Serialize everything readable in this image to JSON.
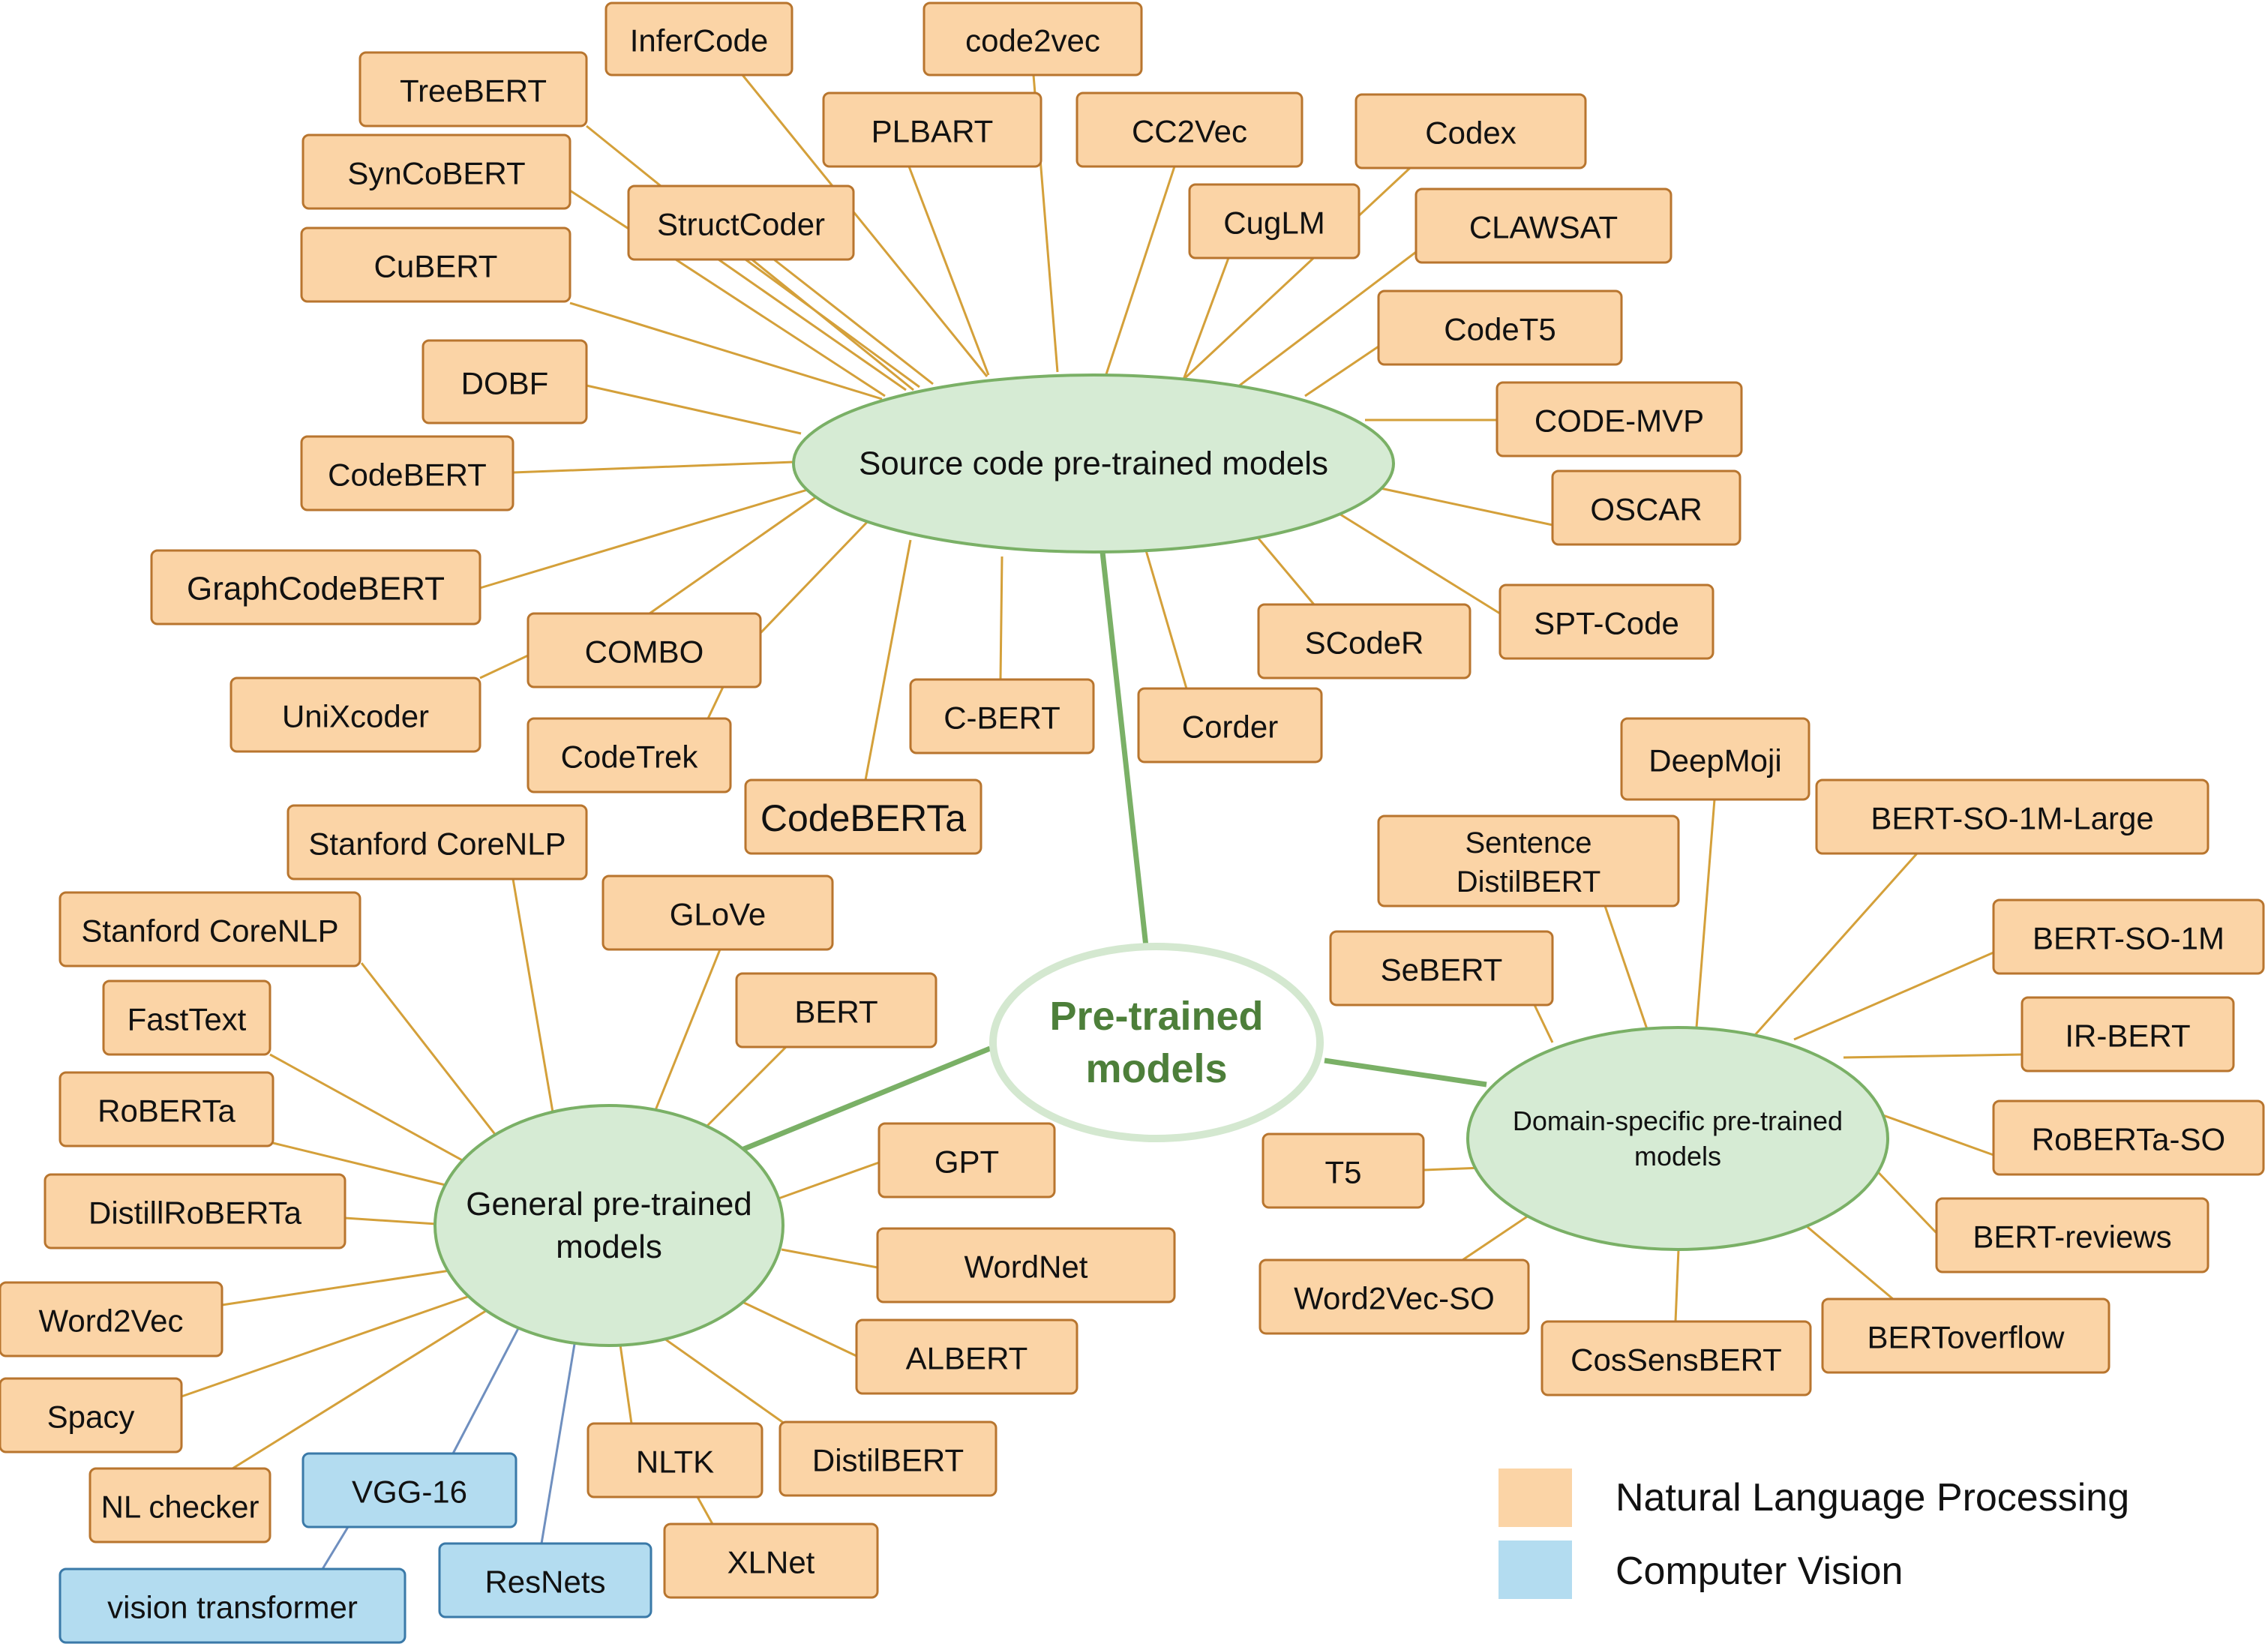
{
  "colors": {
    "nlp_fill": "#fbd4a6",
    "cv_fill": "#b3dcf0",
    "hub_fill": "#d6ebd4",
    "edge_orange": "#d4a03a",
    "edge_blue": "#6f8fbf",
    "trunk_green": "#7ab066",
    "root_text": "#4d7f3a"
  },
  "root": {
    "lines": [
      "Pre-trained",
      "models"
    ]
  },
  "hubs": {
    "source": {
      "lines": [
        "Source code pre-trained models"
      ]
    },
    "general": {
      "lines": [
        "General pre-trained",
        "models"
      ]
    },
    "domain": {
      "lines": [
        "Domain-specific pre-trained",
        "models"
      ]
    }
  },
  "legend": {
    "nlp_label": "Natural Language Processing",
    "cv_label": "Computer Vision"
  },
  "nodes": [
    {
      "id": "infercode",
      "lines": [
        "InferCode"
      ],
      "kind": "nlp"
    },
    {
      "id": "code2vec",
      "lines": [
        "code2vec"
      ],
      "kind": "nlp"
    },
    {
      "id": "treebert",
      "lines": [
        "TreeBERT"
      ],
      "kind": "nlp"
    },
    {
      "id": "plbart",
      "lines": [
        "PLBART"
      ],
      "kind": "nlp"
    },
    {
      "id": "cc2vec",
      "lines": [
        "CC2Vec"
      ],
      "kind": "nlp"
    },
    {
      "id": "codex",
      "lines": [
        "Codex"
      ],
      "kind": "nlp"
    },
    {
      "id": "syncobert",
      "lines": [
        "SynCoBERT"
      ],
      "kind": "nlp"
    },
    {
      "id": "structcoder",
      "lines": [
        "StructCoder"
      ],
      "kind": "nlp"
    },
    {
      "id": "cuglm",
      "lines": [
        "CugLM"
      ],
      "kind": "nlp"
    },
    {
      "id": "clawsat",
      "lines": [
        "CLAWSAT"
      ],
      "kind": "nlp"
    },
    {
      "id": "cubert",
      "lines": [
        "CuBERT"
      ],
      "kind": "nlp"
    },
    {
      "id": "codet5",
      "lines": [
        "CodeT5"
      ],
      "kind": "nlp"
    },
    {
      "id": "dobf",
      "lines": [
        "DOBF"
      ],
      "kind": "nlp"
    },
    {
      "id": "codemvp",
      "lines": [
        "CODE-MVP"
      ],
      "kind": "nlp"
    },
    {
      "id": "codebert",
      "lines": [
        "CodeBERT"
      ],
      "kind": "nlp"
    },
    {
      "id": "oscar",
      "lines": [
        "OSCAR"
      ],
      "kind": "nlp"
    },
    {
      "id": "graphcodebert",
      "lines": [
        "GraphCodeBERT"
      ],
      "kind": "nlp"
    },
    {
      "id": "spt",
      "lines": [
        "SPT-Code"
      ],
      "kind": "nlp"
    },
    {
      "id": "scoder",
      "lines": [
        "SCodeR"
      ],
      "kind": "nlp"
    },
    {
      "id": "combo",
      "lines": [
        "COMBO"
      ],
      "kind": "nlp"
    },
    {
      "id": "unixcoder",
      "lines": [
        "UniXcoder"
      ],
      "kind": "nlp"
    },
    {
      "id": "cbert",
      "lines": [
        "C-BERT"
      ],
      "kind": "nlp"
    },
    {
      "id": "corder",
      "lines": [
        "Corder"
      ],
      "kind": "nlp"
    },
    {
      "id": "codetrek",
      "lines": [
        "CodeTrek"
      ],
      "kind": "nlp"
    },
    {
      "id": "codeberta",
      "lines": [
        "CodeBERTa"
      ],
      "kind": "nlp"
    },
    {
      "id": "deepmoji",
      "lines": [
        "DeepMoji"
      ],
      "kind": "nlp"
    },
    {
      "id": "bertso1mlarge",
      "lines": [
        "BERT-SO-1M-Large"
      ],
      "kind": "nlp"
    },
    {
      "id": "sentdistil",
      "lines": [
        "Sentence",
        "DistilBERT"
      ],
      "kind": "nlp"
    },
    {
      "id": "stanford1",
      "lines": [
        "Stanford CoreNLP"
      ],
      "kind": "nlp"
    },
    {
      "id": "stanford2",
      "lines": [
        "Stanford CoreNLP"
      ],
      "kind": "nlp"
    },
    {
      "id": "glove",
      "lines": [
        "GLoVe"
      ],
      "kind": "nlp"
    },
    {
      "id": "bertso1m",
      "lines": [
        "BERT-SO-1M"
      ],
      "kind": "nlp"
    },
    {
      "id": "sebert",
      "lines": [
        "SeBERT"
      ],
      "kind": "nlp"
    },
    {
      "id": "fasttext",
      "lines": [
        "FastText"
      ],
      "kind": "nlp"
    },
    {
      "id": "bert",
      "lines": [
        "BERT"
      ],
      "kind": "nlp"
    },
    {
      "id": "irbert",
      "lines": [
        "IR-BERT"
      ],
      "kind": "nlp"
    },
    {
      "id": "roberta",
      "lines": [
        "RoBERTa"
      ],
      "kind": "nlp"
    },
    {
      "id": "robertaso",
      "lines": [
        "RoBERTa-SO"
      ],
      "kind": "nlp"
    },
    {
      "id": "gpt",
      "lines": [
        "GPT"
      ],
      "kind": "nlp"
    },
    {
      "id": "t5",
      "lines": [
        "T5"
      ],
      "kind": "nlp"
    },
    {
      "id": "distilroberta",
      "lines": [
        "DistillRoBERTa"
      ],
      "kind": "nlp"
    },
    {
      "id": "bertreviews",
      "lines": [
        "BERT-reviews"
      ],
      "kind": "nlp"
    },
    {
      "id": "wordnet",
      "lines": [
        "WordNet"
      ],
      "kind": "nlp"
    },
    {
      "id": "word2vec",
      "lines": [
        "Word2Vec"
      ],
      "kind": "nlp"
    },
    {
      "id": "word2vecso",
      "lines": [
        "Word2Vec-SO"
      ],
      "kind": "nlp"
    },
    {
      "id": "bertoverflow",
      "lines": [
        "BERToverflow"
      ],
      "kind": "nlp"
    },
    {
      "id": "albert",
      "lines": [
        "ALBERT"
      ],
      "kind": "nlp"
    },
    {
      "id": "cossensbert",
      "lines": [
        "CosSensBERT"
      ],
      "kind": "nlp"
    },
    {
      "id": "spacy",
      "lines": [
        "Spacy"
      ],
      "kind": "nlp"
    },
    {
      "id": "nltk",
      "lines": [
        "NLTK"
      ],
      "kind": "nlp"
    },
    {
      "id": "distilbert",
      "lines": [
        "DistilBERT"
      ],
      "kind": "nlp"
    },
    {
      "id": "vgg16",
      "lines": [
        "VGG-16"
      ],
      "kind": "cv"
    },
    {
      "id": "nlchecker",
      "lines": [
        "NL checker"
      ],
      "kind": "nlp"
    },
    {
      "id": "xlnet",
      "lines": [
        "XLNet"
      ],
      "kind": "nlp"
    },
    {
      "id": "resnets",
      "lines": [
        "ResNets"
      ],
      "kind": "cv"
    },
    {
      "id": "vit",
      "lines": [
        "vision transformer"
      ],
      "kind": "cv"
    }
  ]
}
